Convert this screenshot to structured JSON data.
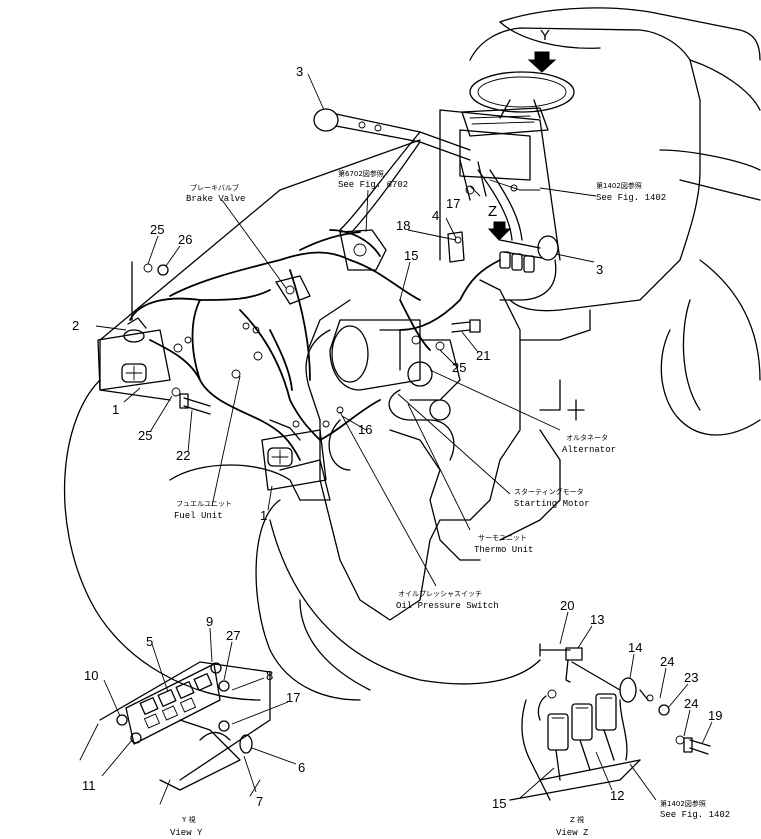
{
  "view_letters": {
    "y": "Y",
    "z": "Z"
  },
  "callouts": {
    "c1": "1",
    "c1b": "1",
    "c2": "2",
    "c3a": "3",
    "c3b": "3",
    "c4": "4",
    "c15": "15",
    "c16": "16",
    "c17": "17",
    "c18": "18",
    "c21": "21",
    "c22": "22",
    "c25a": "25",
    "c25b": "25",
    "c25c": "25",
    "c26": "26",
    "y5": "5",
    "y6": "6",
    "y7": "7",
    "y8": "8",
    "y9": "9",
    "y10": "10",
    "y11": "11",
    "y17": "17",
    "y27": "27",
    "z12": "12",
    "z13": "13",
    "z14": "14",
    "z15": "15",
    "z19": "19",
    "z20": "20",
    "z23": "23",
    "z24a": "24",
    "z24b": "24"
  },
  "labels": {
    "fig6702_jp": "第6702図参照",
    "fig6702_en": "See Fig. 6702",
    "brake_jp": "ブレーキバルブ",
    "brake_en": "Brake Valve",
    "fig1402_jp": "第1402図参照",
    "fig1402_en": "See Fig. 1402",
    "alt_jp": "オルタネータ",
    "alt_en": "Alternator",
    "start_jp": "スターティングモータ",
    "start_en": "Starting Motor",
    "thermo_jp": "サーモユニット",
    "thermo_en": "Thermo Unit",
    "fuel_jp": "フュエルユニット",
    "fuel_en": "Fuel Unit",
    "oil_jp": "オイルプレッシャスイッチ",
    "oil_en": "Oil Pressure Switch",
    "viewy_jp": "Y 視",
    "viewy_en": "View Y",
    "viewz_jp": "Z 視",
    "viewz_en": "View Z",
    "fig1402b_jp": "第1402図参照",
    "fig1402b_en": "See Fig. 1402"
  }
}
